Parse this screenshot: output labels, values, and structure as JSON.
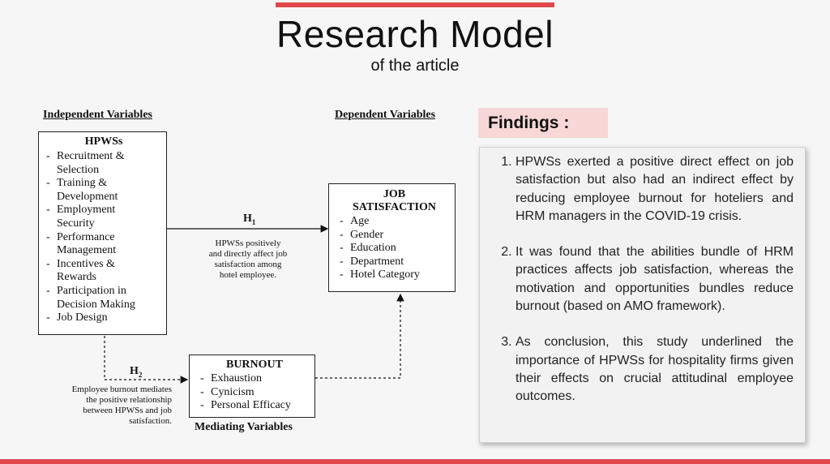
{
  "header": {
    "title": "Research Model",
    "subtitle": "of the article"
  },
  "diagram": {
    "independent_heading": "Independent Variables",
    "dependent_heading": "Dependent Variables",
    "mediating_heading": "Mediating Variables",
    "hpwss": {
      "title": "HPWSs",
      "items": [
        "Recruitment &",
        "Training &",
        "Employment",
        "Performance",
        "Incentives &",
        "Participation in",
        "Job Design"
      ],
      "continuations": [
        "Selection",
        "Development",
        "Security",
        "Management",
        "Rewards",
        "Decision Making"
      ]
    },
    "job": {
      "title_line1": "JOB",
      "title_line2": "SATISFACTION",
      "items": [
        "Age",
        "Gender",
        "Education",
        "Department",
        "Hotel Category"
      ]
    },
    "burnout": {
      "title": "BURNOUT",
      "items": [
        "Exhaustion",
        "Cynicism",
        "Personal Efficacy"
      ]
    },
    "h1": {
      "label": "H",
      "sub": "1",
      "note": [
        "HPWSs positively",
        "and directly affect job",
        "satisfaction among",
        "hotel employee."
      ]
    },
    "h2": {
      "label": "H",
      "sub": "2",
      "note": [
        "Employee burnout mediates",
        "the positive relationship",
        "between HPWSs and job",
        "satisfaction."
      ]
    }
  },
  "findings": {
    "label": "Findings :",
    "items": [
      "HPWSs exerted a positive direct effect on job satisfaction but also had an indirect effect by reducing employee burnout for hoteliers and HRM managers in the COVID-19 crisis.",
      "It was found that the abilities bundle of HRM practices affects job satisfaction, whereas the motivation and opportunities bundles reduce burnout (based on AMO framework).",
      "As conclusion, this study underlined the importance of HPWSs for hospitality firms given their effects on crucial attitudinal employee outcomes."
    ]
  },
  "colors": {
    "accent_bar": "#e0474c",
    "findings_tab": "#f8d7d7",
    "findings_panel": "#f2f2f2"
  }
}
